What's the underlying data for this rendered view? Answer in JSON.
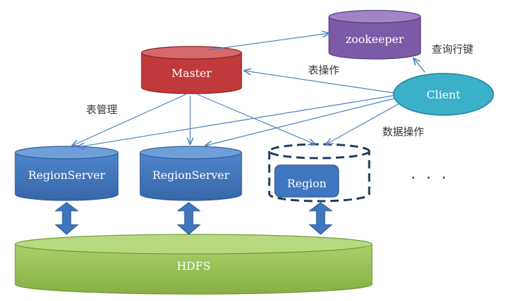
{
  "nodes": {
    "zookeeper": {
      "label": "zookeeper",
      "color": "#7b5aa8"
    },
    "master": {
      "label": "Master",
      "color": "#c0393b"
    },
    "client": {
      "label": "Client",
      "color": "#3bb0c9"
    },
    "regionserver_1": {
      "label": "RegionServer",
      "color": "#3f76bf"
    },
    "regionserver_2": {
      "label": "RegionServer",
      "color": "#3f76bf"
    },
    "region": {
      "label": "Region",
      "color": "#3f76bf"
    },
    "hdfs": {
      "label": "HDFS",
      "color": "#8db84a"
    },
    "ellipsis": "· · ·"
  },
  "edge_labels": {
    "query_row_key": "查询行键",
    "table_operation": "表操作",
    "table_management": "表管理",
    "data_operation": "数据操作"
  },
  "colors": {
    "arrow": "#4a7ebd",
    "arrow_fill": "#3f76bf",
    "dashed_outline": "#1f3b5a"
  }
}
